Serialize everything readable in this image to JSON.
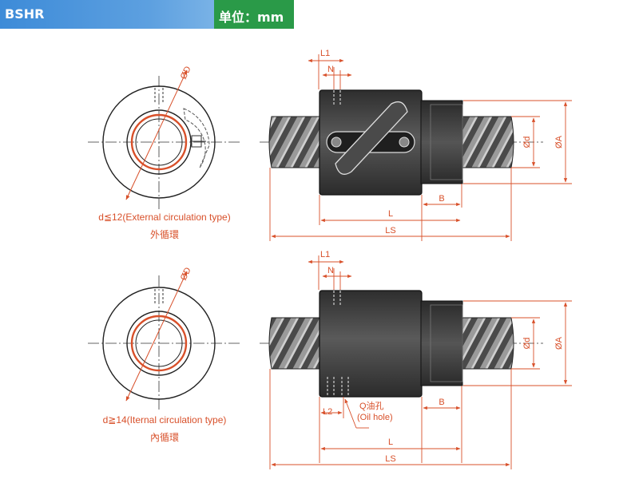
{
  "header": {
    "model": "BSHR",
    "unit": "单位：mm"
  },
  "colors": {
    "header_blue": "#4a93dc",
    "header_green": "#2a9a48",
    "dimension": "#d8502a",
    "outline": "#222222",
    "body_dark": "#3a3a3a"
  },
  "labels": {
    "L1": "L1",
    "N": "N",
    "D": "ØD",
    "d": "Ød",
    "A": "ØA",
    "B": "B",
    "L": "L",
    "LS": "LS",
    "L2": "L2",
    "Q_oil": "Q油孔",
    "oil_hole": "(Oil hole)"
  },
  "views": {
    "external": {
      "caption_en": "d≦12(External circulation type)",
      "caption_zh": "外循環"
    },
    "internal": {
      "caption_en": "d≧14(Iternal circulation type)",
      "caption_zh": "內循環"
    }
  }
}
